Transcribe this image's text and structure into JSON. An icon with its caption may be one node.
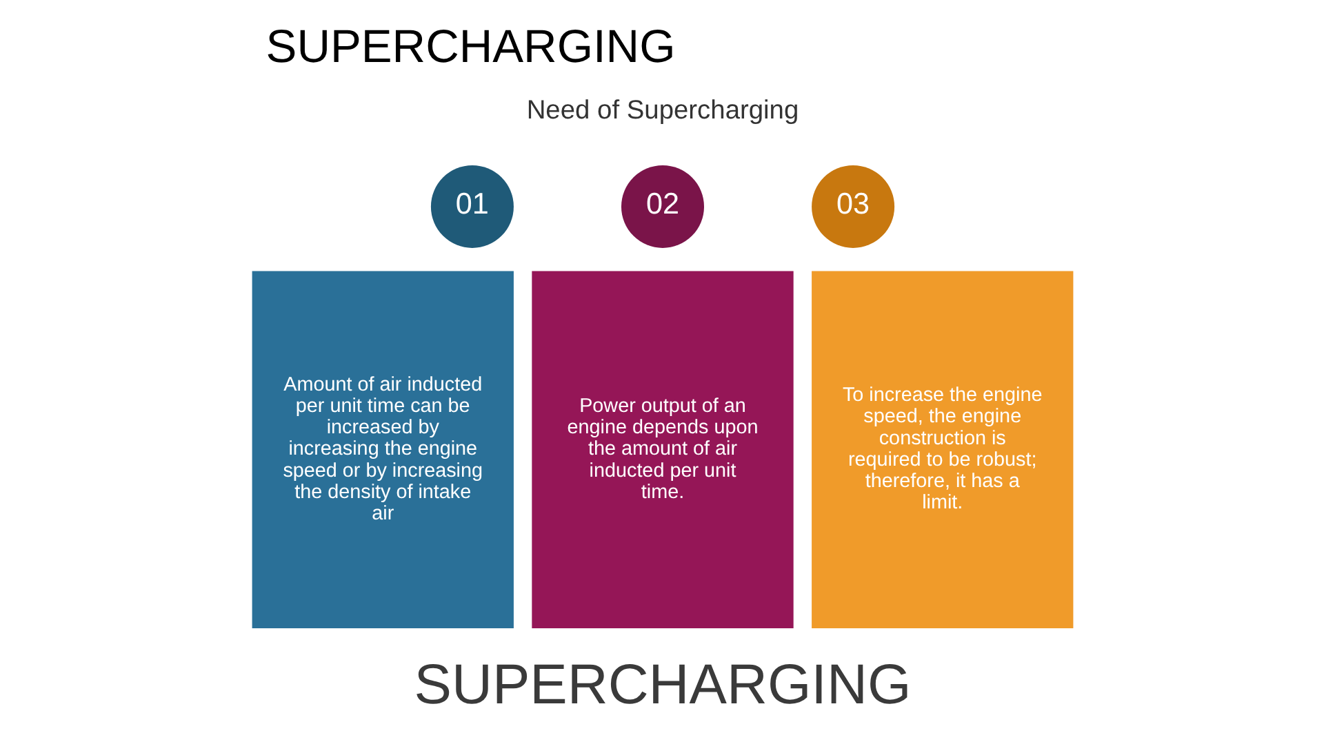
{
  "diagram": {
    "title": "SUPERCHARGING",
    "nodes": [
      {
        "text": [
          "01"
        ]
      },
      {
        "text": [
          "Amount of air inducted per unit time can be increased by increasing the engine speed or by increasing the density of intake air"
        ]
      },
      {
        "text": [
          "02"
        ]
      },
      {
        "text": [
          "Power output of an engine depends upon the amount of air inducted per unit time."
        ]
      },
      {
        "text": [
          "03"
        ]
      },
      {
        "text": [
          "To increase the engine speed, the engine construction is required to be robust; therefore, it has a limit."
        ]
      }
    ],
    "edges": [],
    "labels": [
      "Need of Supercharging",
      "SUPERCHARGING"
    ]
  }
}
